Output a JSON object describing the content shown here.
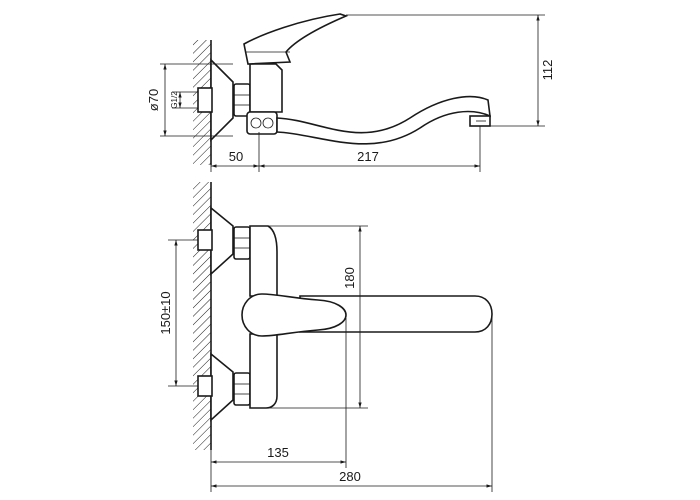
{
  "dimensions": {
    "height_spout": "112",
    "body_diameter": "ø70",
    "thread": "G1/2",
    "wall_offset": "50",
    "spout_reach": "217",
    "body_height": "180",
    "inlet_spacing": "150±10",
    "handle_reach": "135",
    "total_reach": "280"
  },
  "colors": {
    "line": "#1a1a1a",
    "background": "#ffffff"
  }
}
